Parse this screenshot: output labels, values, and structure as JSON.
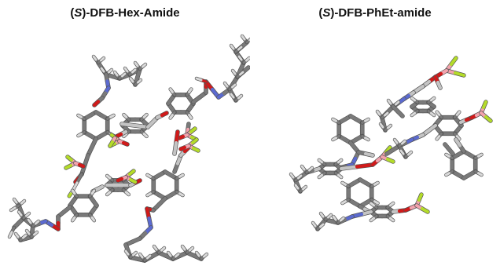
{
  "panels": [
    {
      "title_open": "(",
      "title_chirality": "S",
      "title_rest": ")-DFB-Hex-Amide"
    },
    {
      "title_open": "(",
      "title_chirality": "S",
      "title_rest": ")-DFB-PhEt-amide"
    }
  ],
  "colors": {
    "carbon": "#7a7a7a",
    "carbon_highlight": "#c4c4c4",
    "hydrogen": "#d9d9d9",
    "oxygen": "#d11a1a",
    "nitrogen": "#5b6ad0",
    "boron": "#f2a3ad",
    "fluorine": "#b4dc2a"
  }
}
